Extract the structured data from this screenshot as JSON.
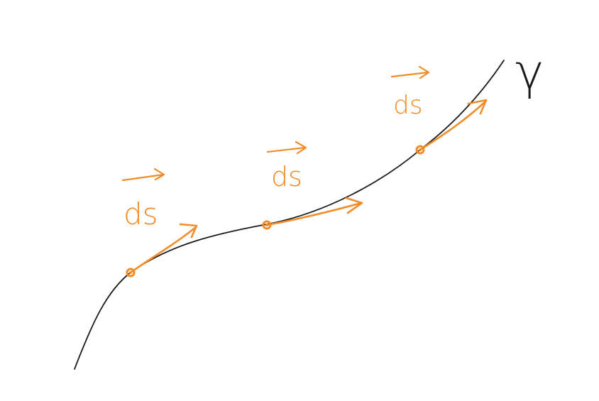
{
  "diagram": {
    "curve_label": "γ",
    "vector_label": "ds",
    "colors": {
      "curve": "#1a1a1a",
      "vector": "#f28c28",
      "background": "#ffffff"
    },
    "tangent_vectors": [
      {
        "id": "ds-vector-1",
        "label": "ds"
      },
      {
        "id": "ds-vector-2",
        "label": "ds"
      },
      {
        "id": "ds-vector-3",
        "label": "ds"
      }
    ]
  }
}
